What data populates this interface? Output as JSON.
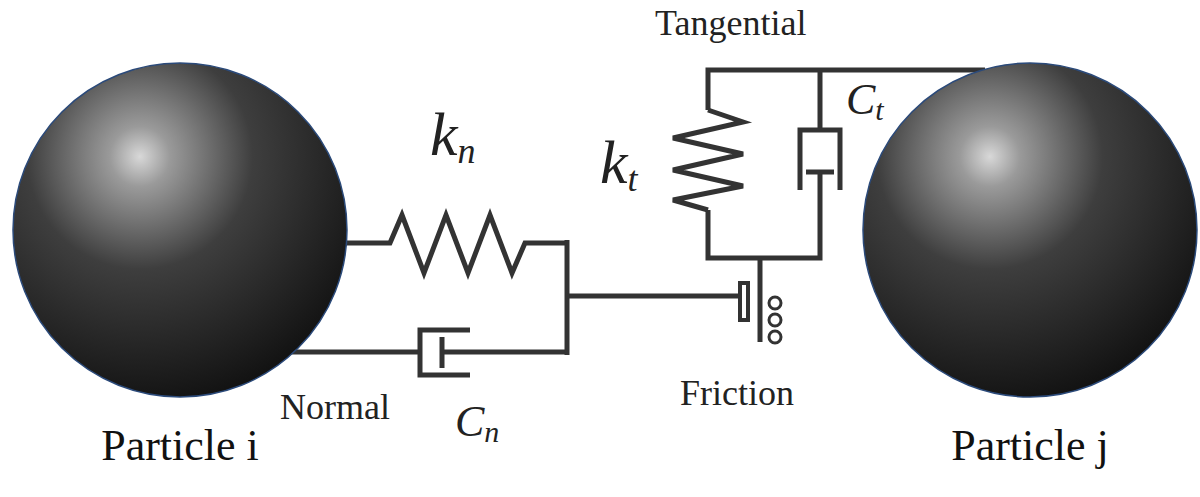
{
  "diagram": {
    "nodes": [
      {
        "text": [
          "Particle i"
        ]
      },
      {
        "text": [
          "Particle j"
        ]
      }
    ],
    "labels": [
      "Tangential",
      "kn",
      "Ct",
      "kt",
      "Normal",
      "Cn",
      "Friction"
    ]
  }
}
